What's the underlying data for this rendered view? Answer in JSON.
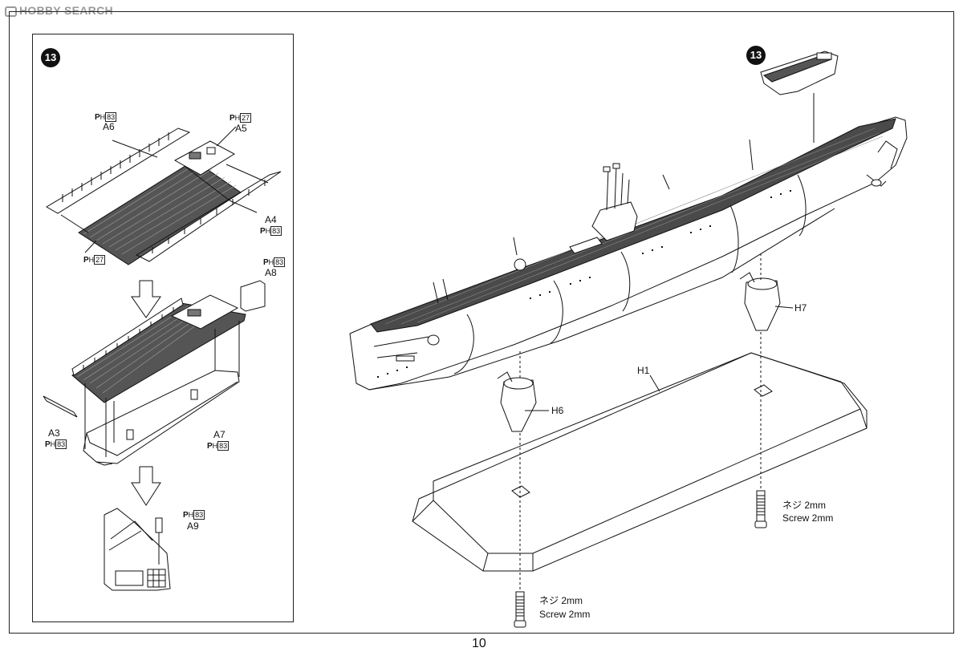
{
  "watermark": "HOBBY SEARCH",
  "step_number": "13",
  "page_number": "10",
  "inset_parts": {
    "a6": {
      "part": "A6",
      "ph": "83"
    },
    "a5": {
      "part": "A5",
      "ph": "27"
    },
    "a4": {
      "part": "A4",
      "ph": "83"
    },
    "deck_ph": "27",
    "a8": {
      "part": "A8",
      "ph": "83"
    },
    "a3": {
      "part": "A3",
      "ph": "83"
    },
    "a7": {
      "part": "A7",
      "ph": "83"
    },
    "a9": {
      "part": "A9",
      "ph": "83"
    }
  },
  "ph_prefix": "P",
  "ph_sub": "H",
  "main_parts": {
    "h1": "H1",
    "h6": "H6",
    "h7": "H7"
  },
  "screws": {
    "right": {
      "jp": "ネジ 2mm",
      "en": "Screw 2mm"
    },
    "bottom": {
      "jp": "ネジ 2mm",
      "en": "Screw 2mm"
    }
  }
}
